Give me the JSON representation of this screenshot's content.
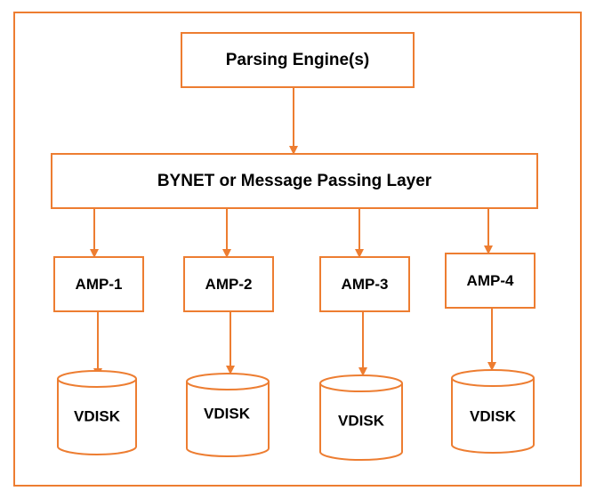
{
  "colors": {
    "stroke": "#ed7d31",
    "text": "#000000",
    "background": "#ffffff"
  },
  "parsing_engine": {
    "label": "Parsing Engine(s)"
  },
  "bynet": {
    "label": "BYNET or Message Passing Layer"
  },
  "amps": [
    {
      "label": "AMP-1",
      "disk": "VDISK"
    },
    {
      "label": "AMP-2",
      "disk": "VDISK"
    },
    {
      "label": "AMP-3",
      "disk": "VDISK"
    },
    {
      "label": "AMP-4",
      "disk": "VDISK"
    }
  ]
}
